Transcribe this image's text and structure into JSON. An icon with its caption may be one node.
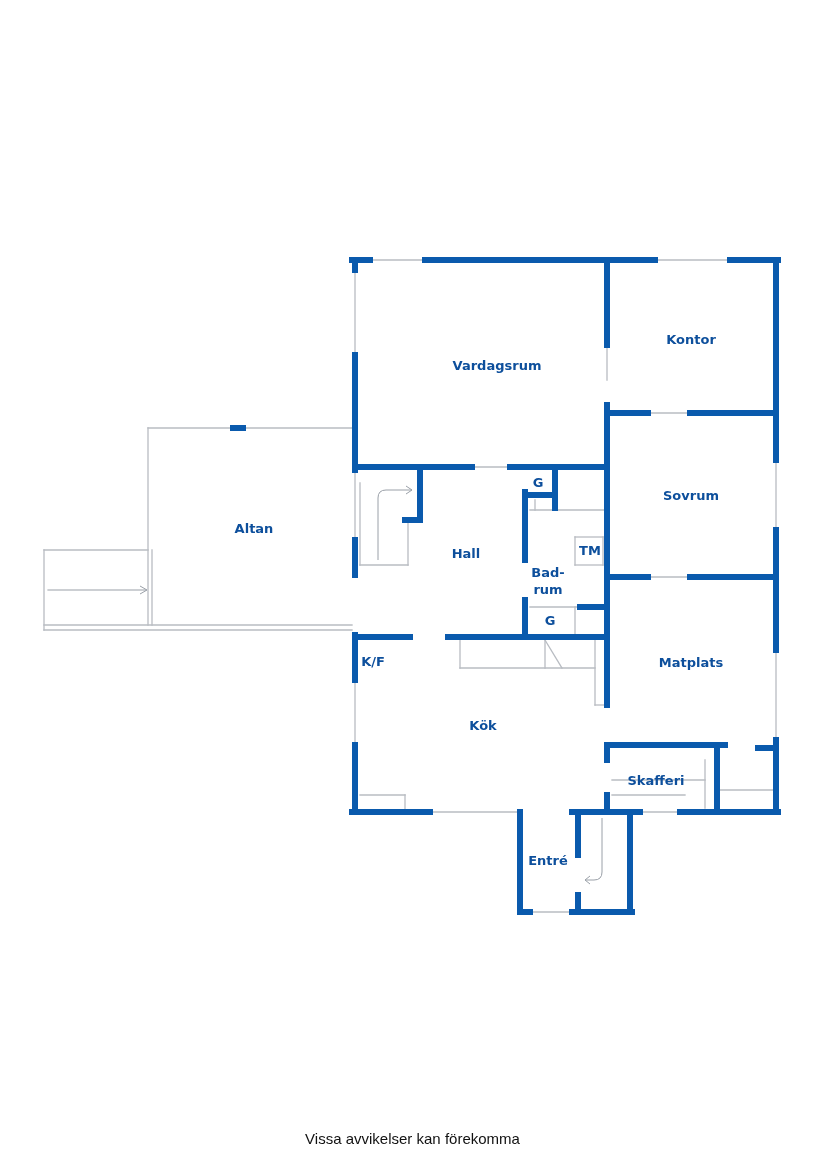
{
  "diagram": {
    "caption": "Vissa avvikelser kan förekomma",
    "labels": [
      "Vardagsrum",
      "Kontor",
      "G",
      "Altan",
      "Sovrum",
      "Hall",
      "TM",
      "Bad-rum",
      "G",
      "K/F",
      "Matplats",
      "Kök",
      "Skafferi",
      "Entré"
    ]
  }
}
